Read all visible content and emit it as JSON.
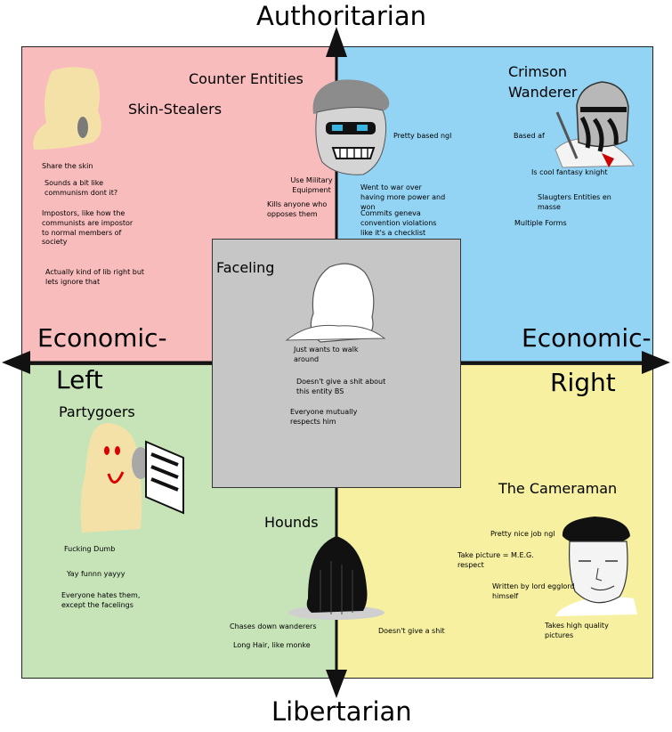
{
  "axes": {
    "top": "Authoritarian",
    "bottom": "Libertarian",
    "left_line1": "Economic-",
    "left_line2": "Left",
    "right_line1": "Economic-",
    "right_line2": "Right"
  },
  "colors": {
    "auth_left": "#f8bcbc",
    "auth_right": "#93d4f5",
    "lib_left": "#c6e4b8",
    "lib_right": "#f6f0a0",
    "center": "#c6c6c6"
  },
  "auth_left": {
    "counter_entities": {
      "title": "Counter Entities",
      "notes": [
        "Use Military Equipment",
        "Kills anyone who opposes them"
      ]
    },
    "skin_stealers": {
      "title": "Skin-Stealers",
      "notes": [
        "Share the skin",
        "Sounds a bit like communism dont it?",
        "Impostors, like how the communists are impostor to normal members of society",
        "Actually kind of lib right but lets ignore that"
      ]
    }
  },
  "auth_right": {
    "counter_entities_notes": [
      "Pretty based ngl",
      "Went to war over having more power and won",
      "Commits geneva convention violations like it's a checklist"
    ],
    "crimson_wanderer": {
      "title_line1": "Crimson",
      "title_line2": "Wanderer",
      "notes": [
        "Based af",
        "Is cool fantasy knight",
        "Slaugters Entities en masse",
        "Multiple Forms"
      ]
    }
  },
  "center": {
    "title": "Faceling",
    "notes": [
      "Just wants to walk around",
      "Doesn't give a shit about this entity BS",
      "Everyone mutually respects him"
    ]
  },
  "lib_left": {
    "partygoers": {
      "title": "Partygoers",
      "notes": [
        "Fucking Dumb",
        "Yay funnn yayyy",
        "Everyone hates them, except the facelings"
      ]
    },
    "hounds": {
      "title": "Hounds",
      "notes": [
        "Chases down wanderers",
        "Long Hair, like monke"
      ]
    }
  },
  "lib_right": {
    "hounds_note": "Doesn't give a shit",
    "cameraman": {
      "title": "The Cameraman",
      "notes": [
        "Pretty nice job ngl",
        "Take picture = M.E.G. respect",
        "Written by lord egglord himself",
        "Takes high quality pictures"
      ]
    }
  }
}
